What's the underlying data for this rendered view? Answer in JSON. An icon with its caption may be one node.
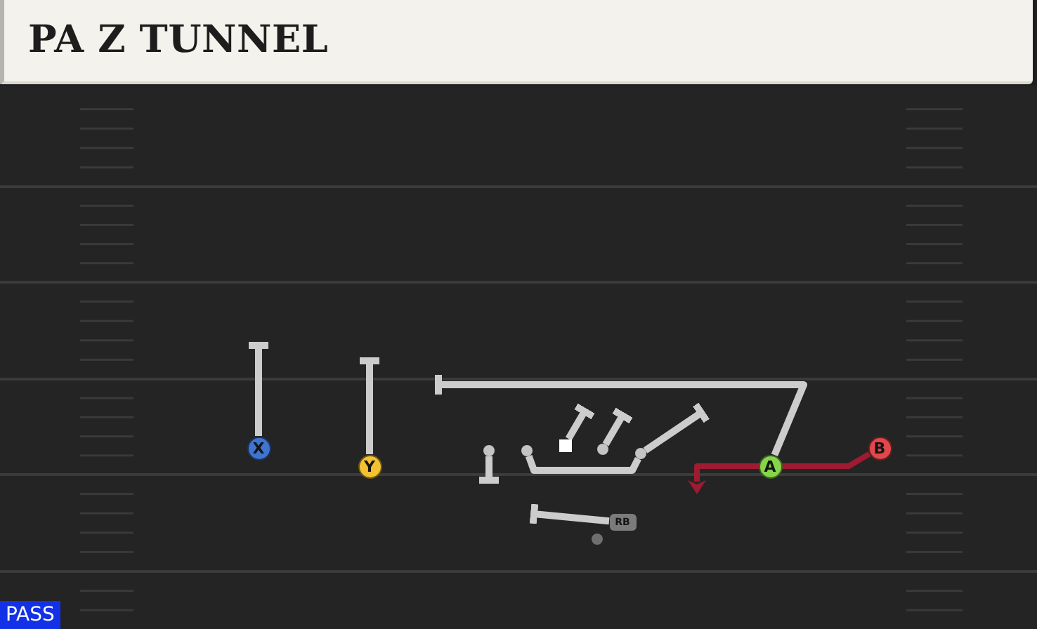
{
  "diagram": {
    "title": "PA Z TUNNEL",
    "nodes": [
      {
        "text": [
          "X"
        ]
      },
      {
        "text": [
          "Y"
        ]
      },
      {
        "text": [],
        "shape": "circle"
      },
      {
        "text": [],
        "shape": "circle"
      },
      {
        "text": [],
        "shape": "box"
      },
      {
        "text": [],
        "shape": "circle"
      },
      {
        "text": [],
        "shape": "circle"
      },
      {
        "text": [
          "A"
        ]
      },
      {
        "text": [
          "B"
        ]
      },
      {
        "text": [],
        "shape": "circle"
      },
      {
        "text": [
          "RB"
        ]
      }
    ],
    "edges": [
      {
        "from": 0,
        "to": null,
        "arrow": "other"
      },
      {
        "from": 1,
        "to": null,
        "arrow": "other"
      },
      {
        "from": 2,
        "to": null,
        "arrow": "other"
      },
      {
        "from": 3,
        "to": 6,
        "arrow": "none"
      },
      {
        "from": 4,
        "to": null,
        "arrow": "other"
      },
      {
        "from": 5,
        "to": null,
        "arrow": "other"
      },
      {
        "from": 6,
        "to": null,
        "arrow": "other"
      },
      {
        "from": 7,
        "to": null,
        "arrow": "other"
      },
      {
        "from": 8,
        "to": null,
        "arrow": "to",
        "color": "#9e1b32"
      },
      {
        "from": 10,
        "to": null,
        "arrow": "other"
      }
    ],
    "labels": [
      "PASS"
    ]
  }
}
